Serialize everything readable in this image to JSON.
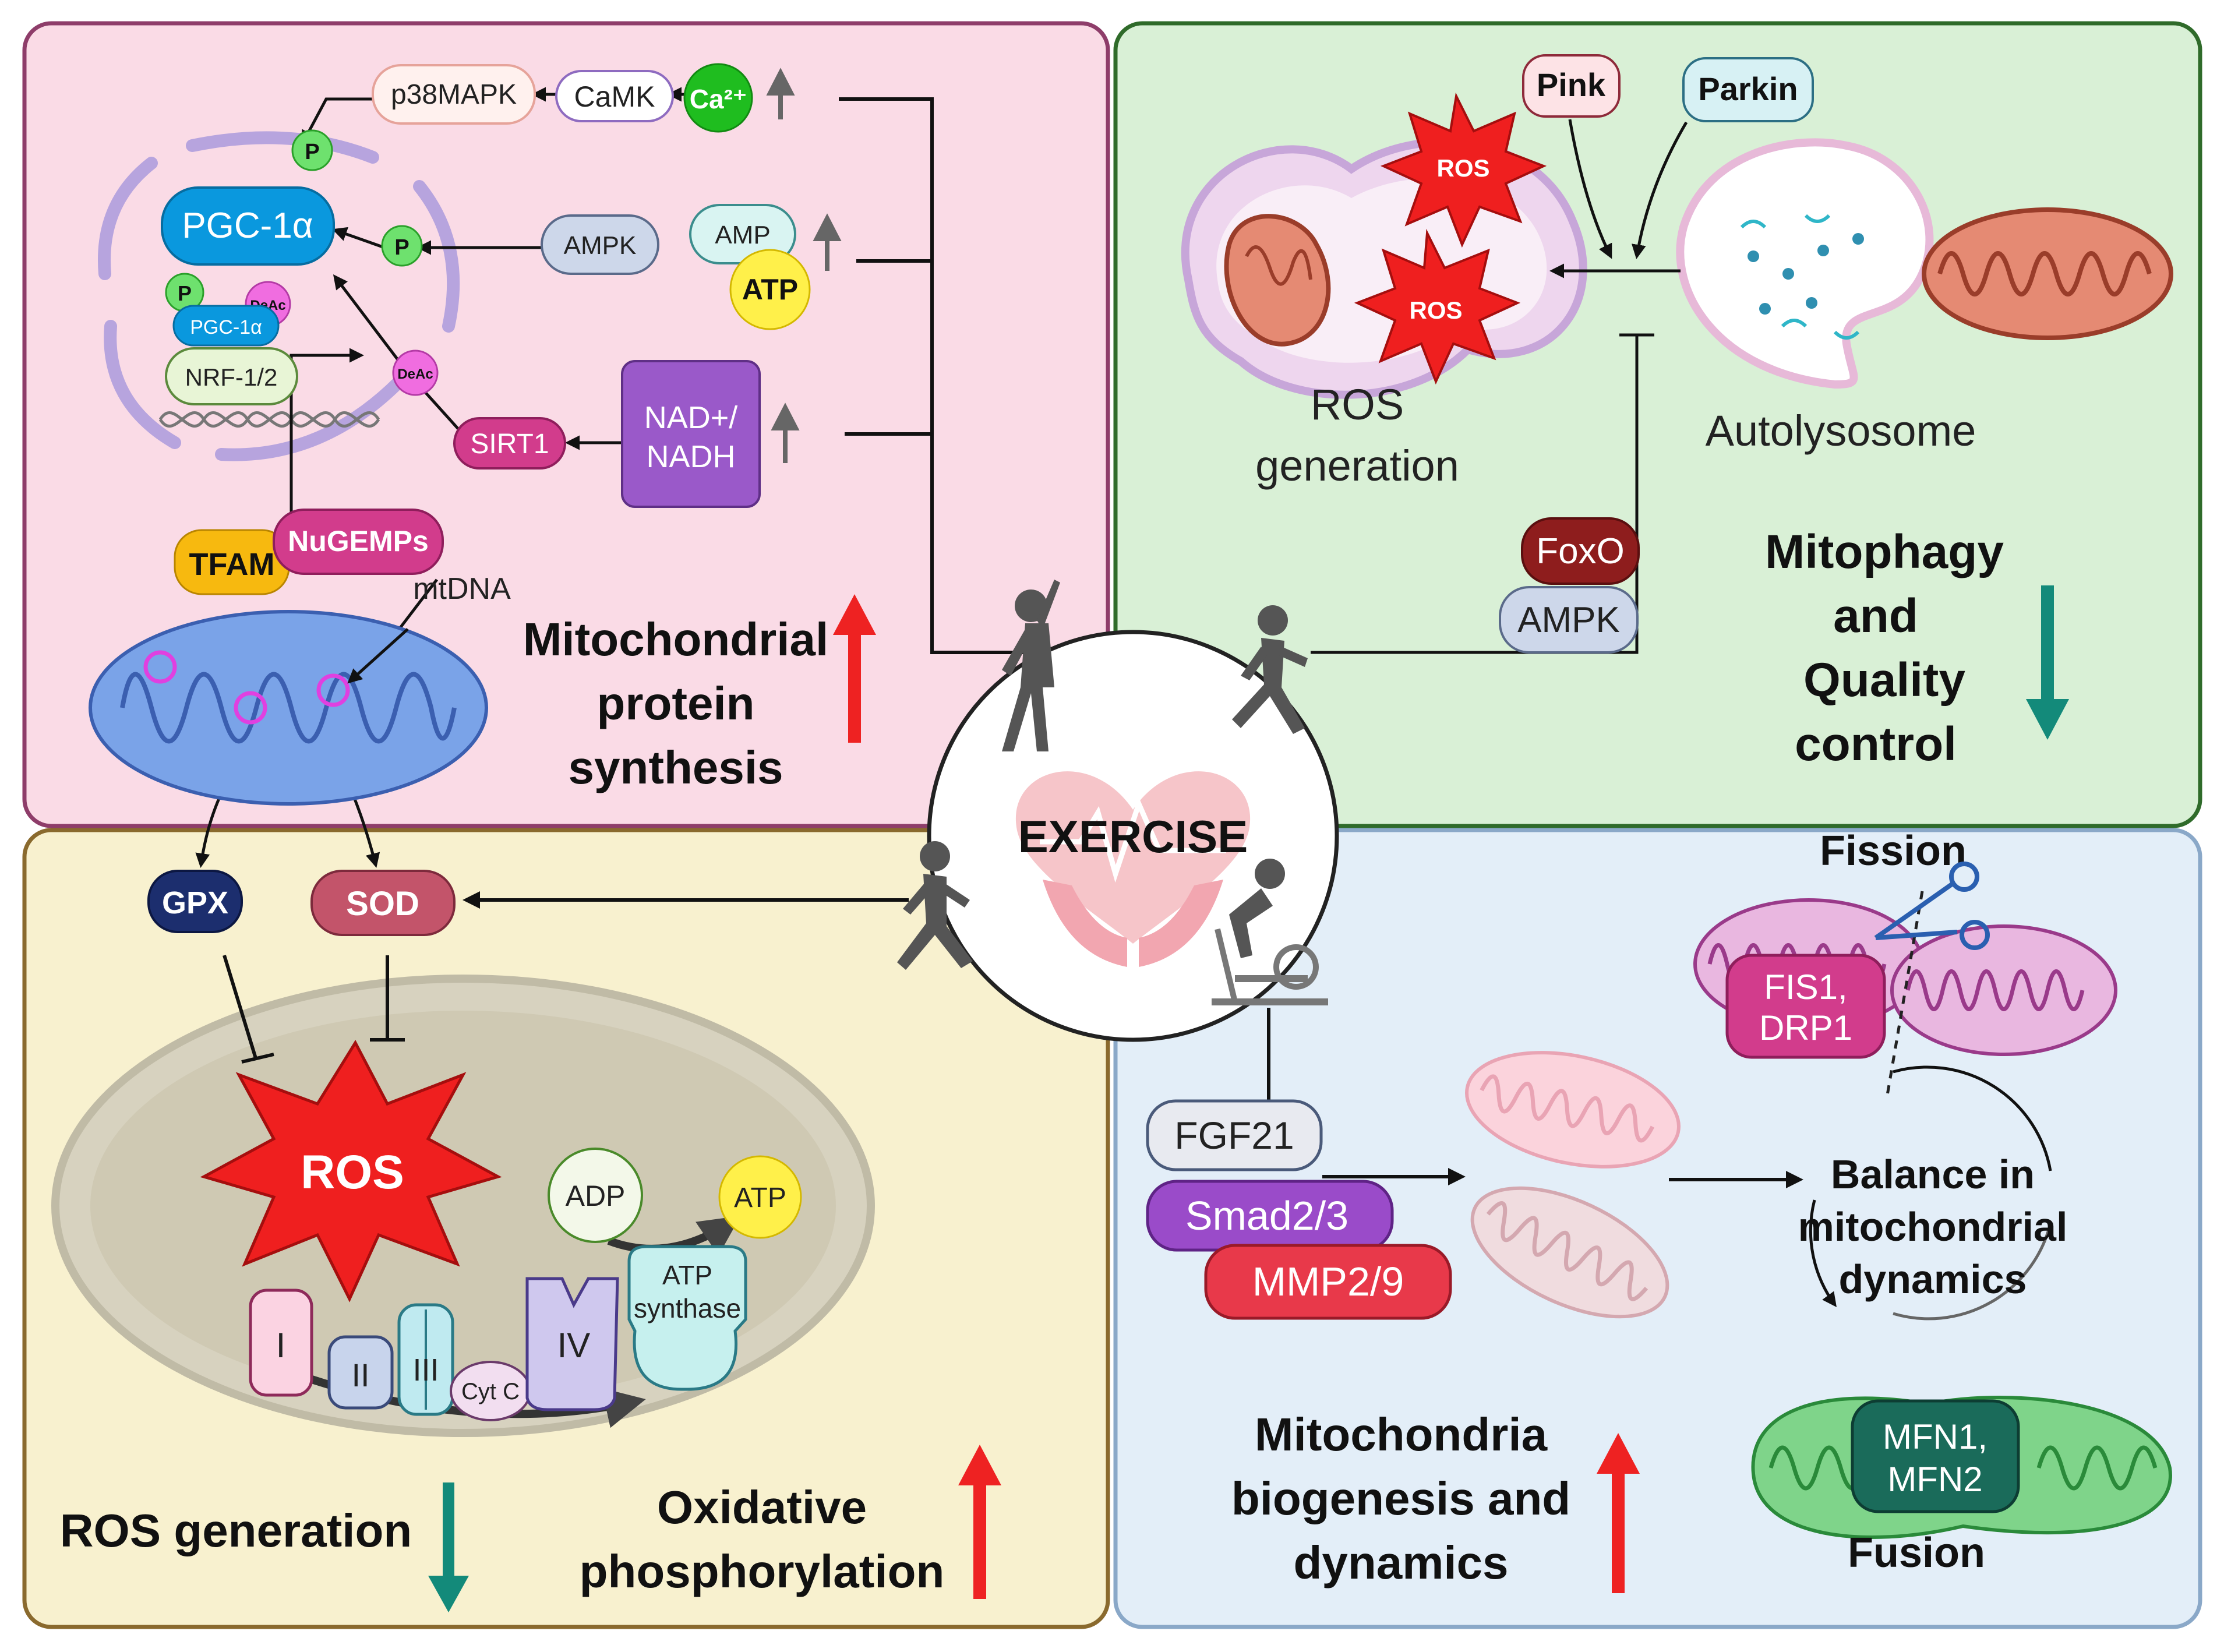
{
  "center": {
    "label": "EXERCISE"
  },
  "panel_tl": {
    "nodes": {
      "p38mapk": "p38MAPK",
      "camk": "CaMK",
      "ca": "Ca²⁺",
      "pgc1a": "PGC-1α",
      "pgc1a_small": "PGC-1α",
      "p": "P",
      "deac": "DeAc",
      "ampk": "AMPK",
      "amp": "AMP",
      "atp": "ATP",
      "nrf": "NRF-1/2",
      "sirt1": "SIRT1",
      "nad_line1": "NAD+/",
      "nad_line2": "NADH",
      "tfam": "TFAM",
      "nugemps": "NuGEMPs",
      "mtdna": "mtDNA"
    },
    "title_lines": [
      "Mitochondrial",
      "protein",
      "synthesis"
    ]
  },
  "panel_tr": {
    "nodes": {
      "pink": "Pink",
      "parkin": "Parkin",
      "ros": "ROS",
      "foxo": "FoxO",
      "ampk": "AMPK"
    },
    "ros_generation_lines": [
      "ROS",
      "generation"
    ],
    "autolysosome": "Autolysosome",
    "title_lines": [
      "Mitophagy",
      "and",
      "Quality",
      "control"
    ]
  },
  "panel_bl": {
    "nodes": {
      "gpx": "GPX",
      "sod": "SOD",
      "ros": "ROS",
      "adp": "ADP",
      "atp": "ATP",
      "atp_synthase_line1": "ATP",
      "atp_synthase_line2": "synthase",
      "complex_i": "I",
      "complex_ii": "II",
      "complex_iii": "III",
      "cytc": "Cyt C",
      "complex_iv": "IV"
    },
    "ros_generation": "ROS generation",
    "title_lines": [
      "Oxidative",
      "phosphorylation"
    ]
  },
  "panel_br": {
    "fission": "Fission",
    "fusion": "Fusion",
    "fis_line1": "FIS1,",
    "fis_line2": "DRP1",
    "mfn_line1": "MFN1,",
    "mfn_line2": "MFN2",
    "balance_lines": [
      "Balance in",
      "mitochondrial",
      "dynamics"
    ],
    "nodes": {
      "fgf21": "FGF21",
      "smad": "Smad2/3",
      "mmp": "MMP2/9"
    },
    "title_lines": [
      "Mitochondria",
      "biogenesis and",
      "dynamics"
    ]
  },
  "colors": {
    "panel_tl_bg": "#fadbe6",
    "panel_tl_border": "#8e3d6a",
    "panel_tr_bg": "#d9f0d6",
    "panel_tr_border": "#2f6b2a",
    "panel_bl_bg": "#f8f1cf",
    "panel_bl_border": "#8a6a2e",
    "panel_br_bg": "#e3eef8",
    "panel_br_border": "#8aa8c8",
    "up_arrow": "#ee2222",
    "down_arrow": "#138a7a"
  }
}
